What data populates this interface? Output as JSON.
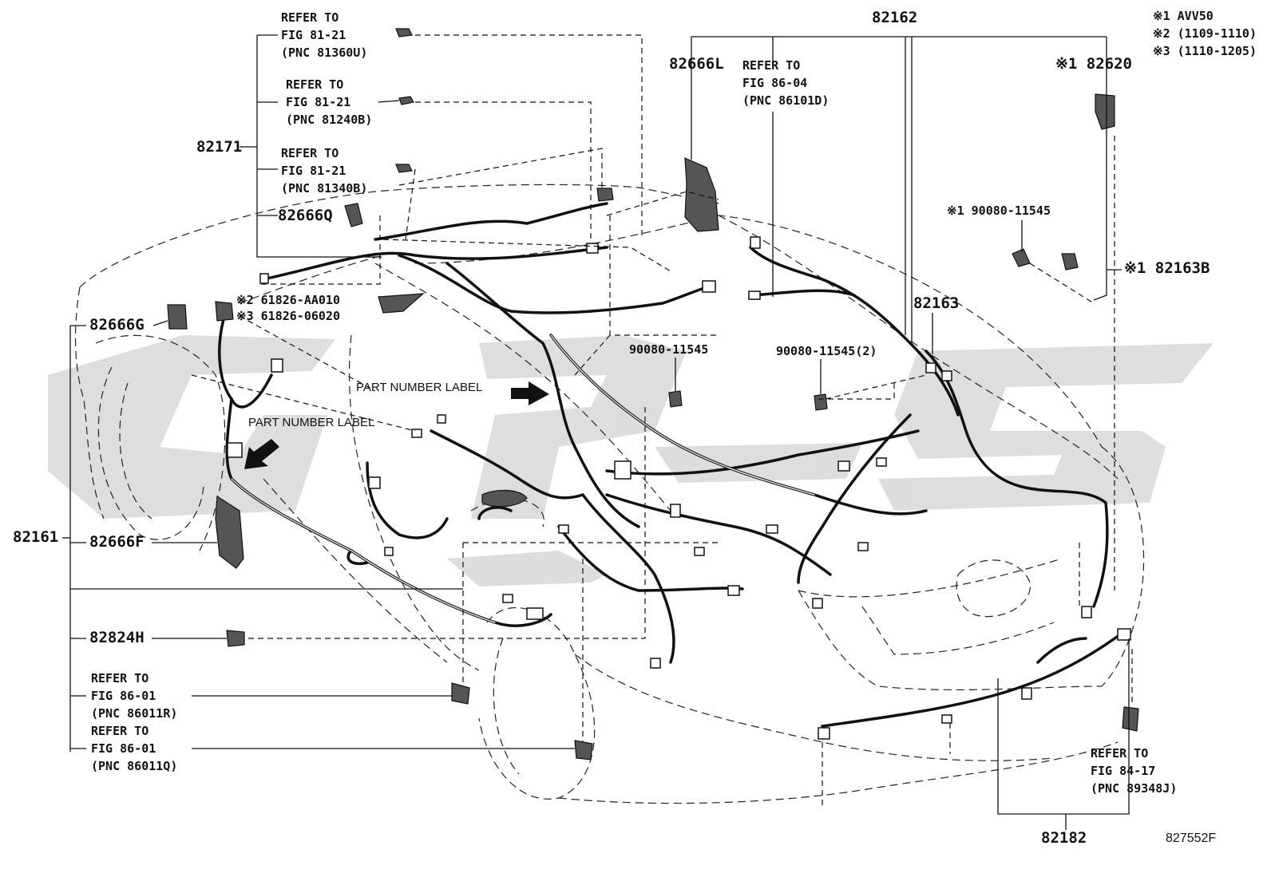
{
  "watermark": {
    "text": "GPG",
    "color": "#d3d3d3"
  },
  "notes": {
    "n1": "※1 AVV50",
    "n2": "※2 (1109-1110)",
    "n3": "※3 (1110-1205)"
  },
  "top_left_refs": [
    {
      "line1": "REFER TO",
      "line2": "FIG 81-21",
      "line3": "(PNC 81360U)"
    },
    {
      "line1": "REFER TO",
      "line2": "FIG 81-21",
      "line3": "(PNC 81240B)"
    },
    {
      "line1": "REFER TO",
      "line2": "FIG 81-21",
      "line3": "(PNC 81340B)"
    }
  ],
  "ref_86_04": {
    "line1": "REFER TO",
    "line2": "FIG 86-04",
    "line3": "(PNC 86101D)"
  },
  "ref_86_01_r": {
    "line1": "REFER TO",
    "line2": "FIG 86-01",
    "line3": "(PNC 86011R)"
  },
  "ref_86_01_q": {
    "line1": "REFER TO",
    "line2": "FIG 86-01",
    "line3": "(PNC 86011Q)"
  },
  "ref_84_17": {
    "line1": "REFER TO",
    "line2": "FIG 84-17",
    "line3": "(PNC 89348J)"
  },
  "parts": {
    "p82162": "82162",
    "p82171": "82171",
    "p82666q": "82666Q",
    "p82666l": "82666L",
    "p82620": "※1 82620",
    "p90080_a": "※1 90080-11545",
    "p82163b": "※1 82163B",
    "p82163": "82163",
    "p61826_2": "※2 61826-AA010",
    "p61826_3": "※3 61826-06020",
    "p82666g": "82666G",
    "p90080_b": "90080-11545",
    "p90080_c": "90080-11545(2)",
    "p82161": "82161",
    "p82666f": "82666F",
    "p82824h": "82824H",
    "p82182": "82182"
  },
  "callouts": {
    "label1": "PART NUMBER LABEL",
    "label2": "PART NUMBER LABEL"
  },
  "figure_id": "827552F"
}
